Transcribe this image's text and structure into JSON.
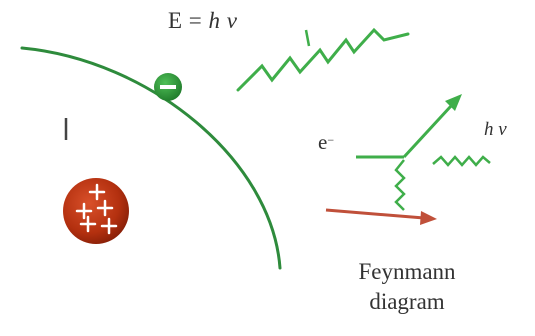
{
  "equation": {
    "lhs": "E =",
    "rhs": "h ν"
  },
  "labels": {
    "electron_in": "e",
    "electron_charge": "−",
    "photon_out": "h ν"
  },
  "caption": {
    "line1": "Feynmann",
    "line2": "diagram"
  },
  "colors": {
    "orbit_green": "#2e8b3c",
    "photon_green": "#3fae4a",
    "nucleus_red": "#b3300f",
    "proton_arrow_red": "#c0503a",
    "text": "#333333"
  }
}
